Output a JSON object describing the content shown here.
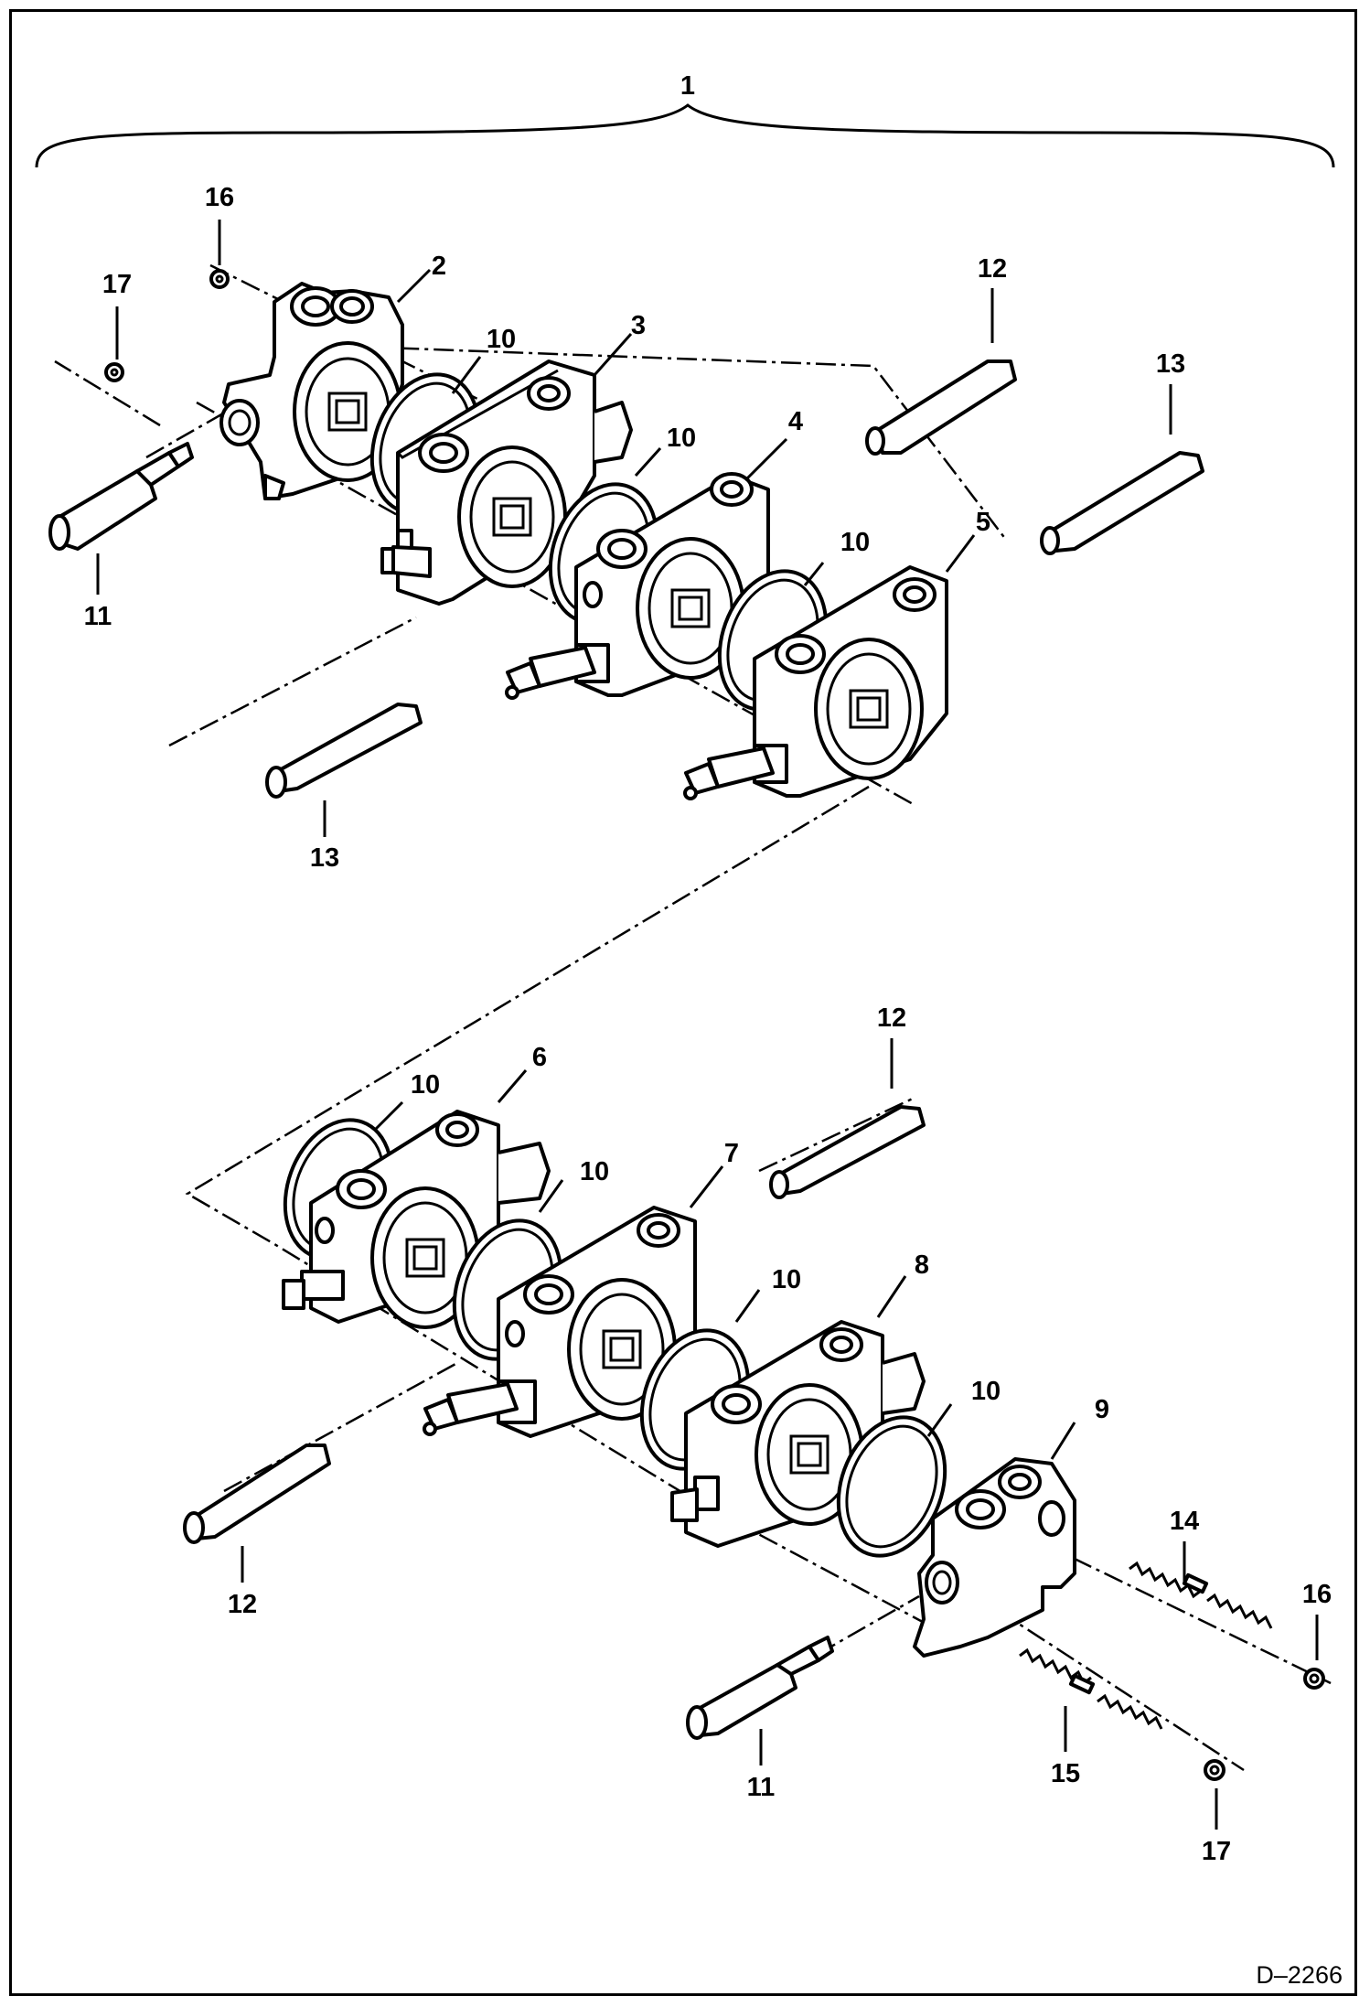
{
  "diagram": {
    "callouts": [
      "1",
      "2",
      "3",
      "4",
      "5",
      "6",
      "7",
      "8",
      "9",
      "10",
      "11",
      "12",
      "13",
      "14",
      "15",
      "16",
      "17"
    ],
    "drawing_code": "D–2266"
  }
}
